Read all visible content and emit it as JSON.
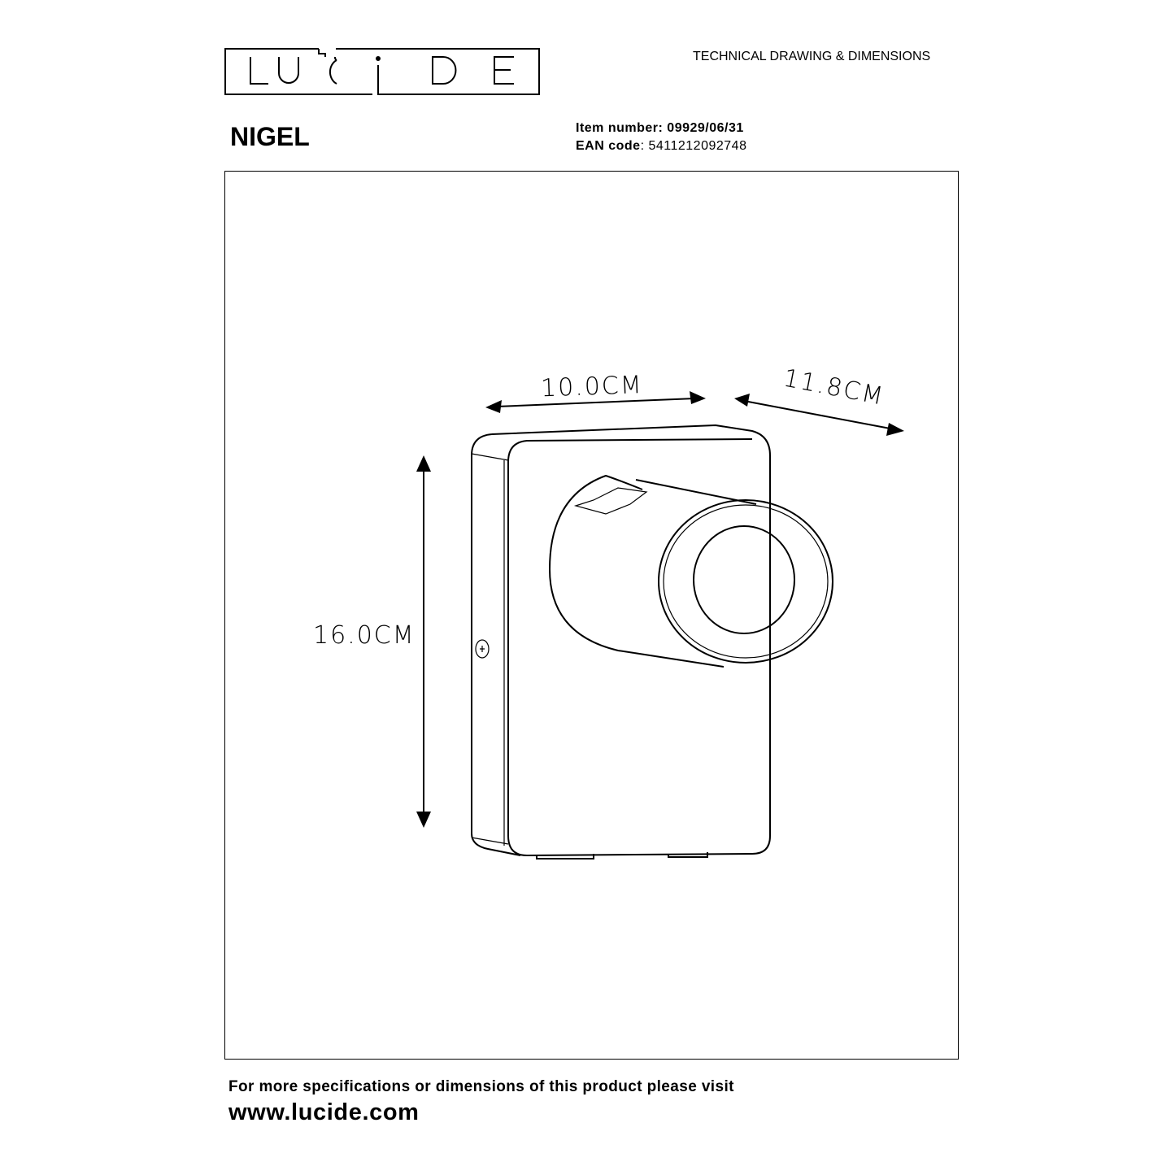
{
  "header": {
    "brand_logo_text": "LUCIDE",
    "document_title": "TECHNICAL DRAWING & DIMENSIONS",
    "product_name": "NIGEL",
    "item_number_label": "Item number:",
    "item_number": "09929/06/31",
    "ean_label": "EAN code",
    "ean_code": ": 5411212092748"
  },
  "drawing": {
    "width_label": "10.0CM",
    "depth_label": "11.8CM",
    "height_label": "16.0CM"
  },
  "footer": {
    "line1": "For more specifications or dimensions of this product please visit",
    "url": "www.lucide.com"
  }
}
